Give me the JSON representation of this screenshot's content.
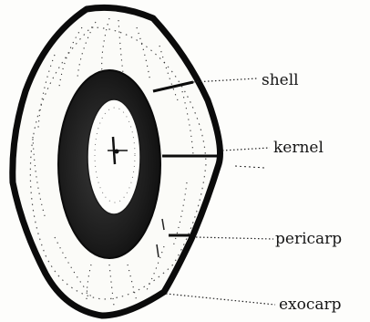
{
  "labels": {
    "shell": "shell",
    "kernel": "kernel",
    "pericarp": "pericarp",
    "exocarp": "exocarp"
  },
  "colors": {
    "ink": "#111111",
    "paper": "#fdfdfb",
    "shell_fill": "#1b1b1b"
  }
}
